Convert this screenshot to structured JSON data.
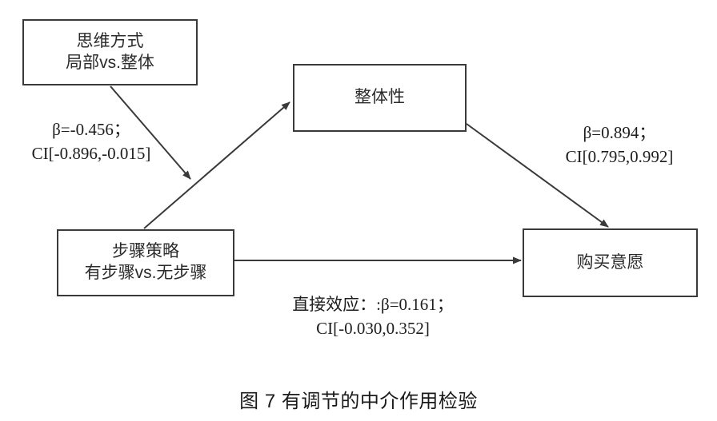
{
  "figure": {
    "caption": "图 7 有调节的中介作用检验",
    "colors": {
      "box_border": "#3a3a3a",
      "arrow": "#3a3a3a",
      "text": "#1a1a1a",
      "background": "#ffffff"
    }
  },
  "nodes": {
    "thinking_style": {
      "line1": "思维方式",
      "line2": "局部vs.整体"
    },
    "holistic": {
      "line1": "整体性",
      "line2": ""
    },
    "step_strategy": {
      "line1": "步骤策略",
      "line2": "有步骤vs.无步骤"
    },
    "purchase_intention": {
      "line1": "购买意愿",
      "line2": ""
    }
  },
  "edge_labels": {
    "moderation": {
      "line1": "β=-0.456；",
      "line2": "CI[-0.896,-0.015]"
    },
    "path_b": {
      "line1": "β=0.894；",
      "line2": "CI[0.795,0.992]"
    },
    "direct_effect": {
      "line1": "直接效应：:β=0.161；",
      "line2": "CI[-0.030,0.352]"
    }
  },
  "edges": [
    {
      "name": "moderation-arrow",
      "from": "thinking_style",
      "to": "mediation-path-midpoint",
      "label": "moderation"
    },
    {
      "name": "path-a-arrow",
      "from": "step_strategy",
      "to": "holistic",
      "label": ""
    },
    {
      "name": "path-b-arrow",
      "from": "holistic",
      "to": "purchase_intention",
      "label": "path_b"
    },
    {
      "name": "direct-effect-arrow",
      "from": "step_strategy",
      "to": "purchase_intention",
      "label": "direct_effect"
    }
  ]
}
